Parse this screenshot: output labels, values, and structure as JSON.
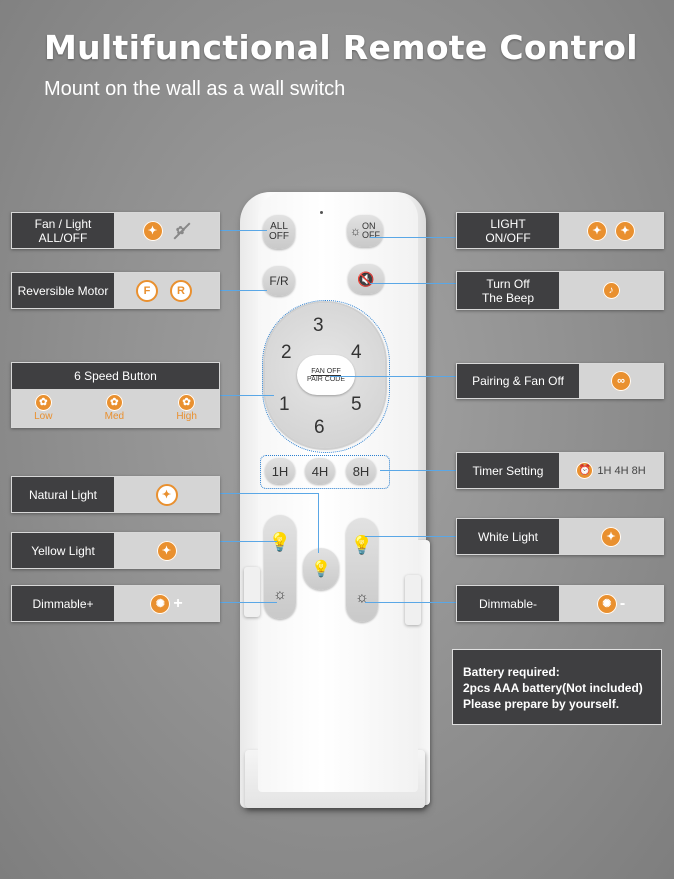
{
  "title": "Multifunctional Remote Control",
  "subtitle": "Mount on the wall as a wall switch",
  "left_callouts": {
    "fan_light": "Fan / Light\nALL/OFF",
    "reversible": "Reversible Motor",
    "reversible_f": "F",
    "reversible_r": "R",
    "speed_title": "6 Speed Button",
    "speed_low": "Low",
    "speed_med": "Med",
    "speed_high": "High",
    "natural": "Natural Light",
    "yellow": "Yellow Light",
    "dim_plus": "Dimmable+",
    "dim_plus_sign": "+"
  },
  "right_callouts": {
    "light_onoff": "LIGHT\nON/OFF",
    "beep": "Turn Off\nThe Beep",
    "pairing": "Pairing & Fan Off",
    "timer": "Timer Setting",
    "timer_values": "1H 4H 8H",
    "white": "White Light",
    "dim_minus": "Dimmable-",
    "dim_minus_sign": "-"
  },
  "battery": {
    "line1": "Battery required:",
    "line2": "2pcs AAA battery(Not included)",
    "line3": "Please prepare by yourself."
  },
  "remote": {
    "all_off": "ALL\nOFF",
    "on_off": "ON\nOFF",
    "fr": "F/R",
    "speeds": [
      "1",
      "2",
      "3",
      "4",
      "5",
      "6"
    ],
    "fan_off": "FAN OFF",
    "pair_code": "PAIR CODE",
    "timer_1h": "1H",
    "timer_4h": "4H",
    "timer_8h": "8H"
  },
  "colors": {
    "accent": "#e9902f",
    "line": "#5aa7e6",
    "box_dark": "#3f3f41"
  },
  "icons": [
    "bulb-icon",
    "fan-off-icon",
    "speaker-mute-icon",
    "link-icon",
    "alarm-clock-icon",
    "fan-icon",
    "gear-sun-icon"
  ]
}
